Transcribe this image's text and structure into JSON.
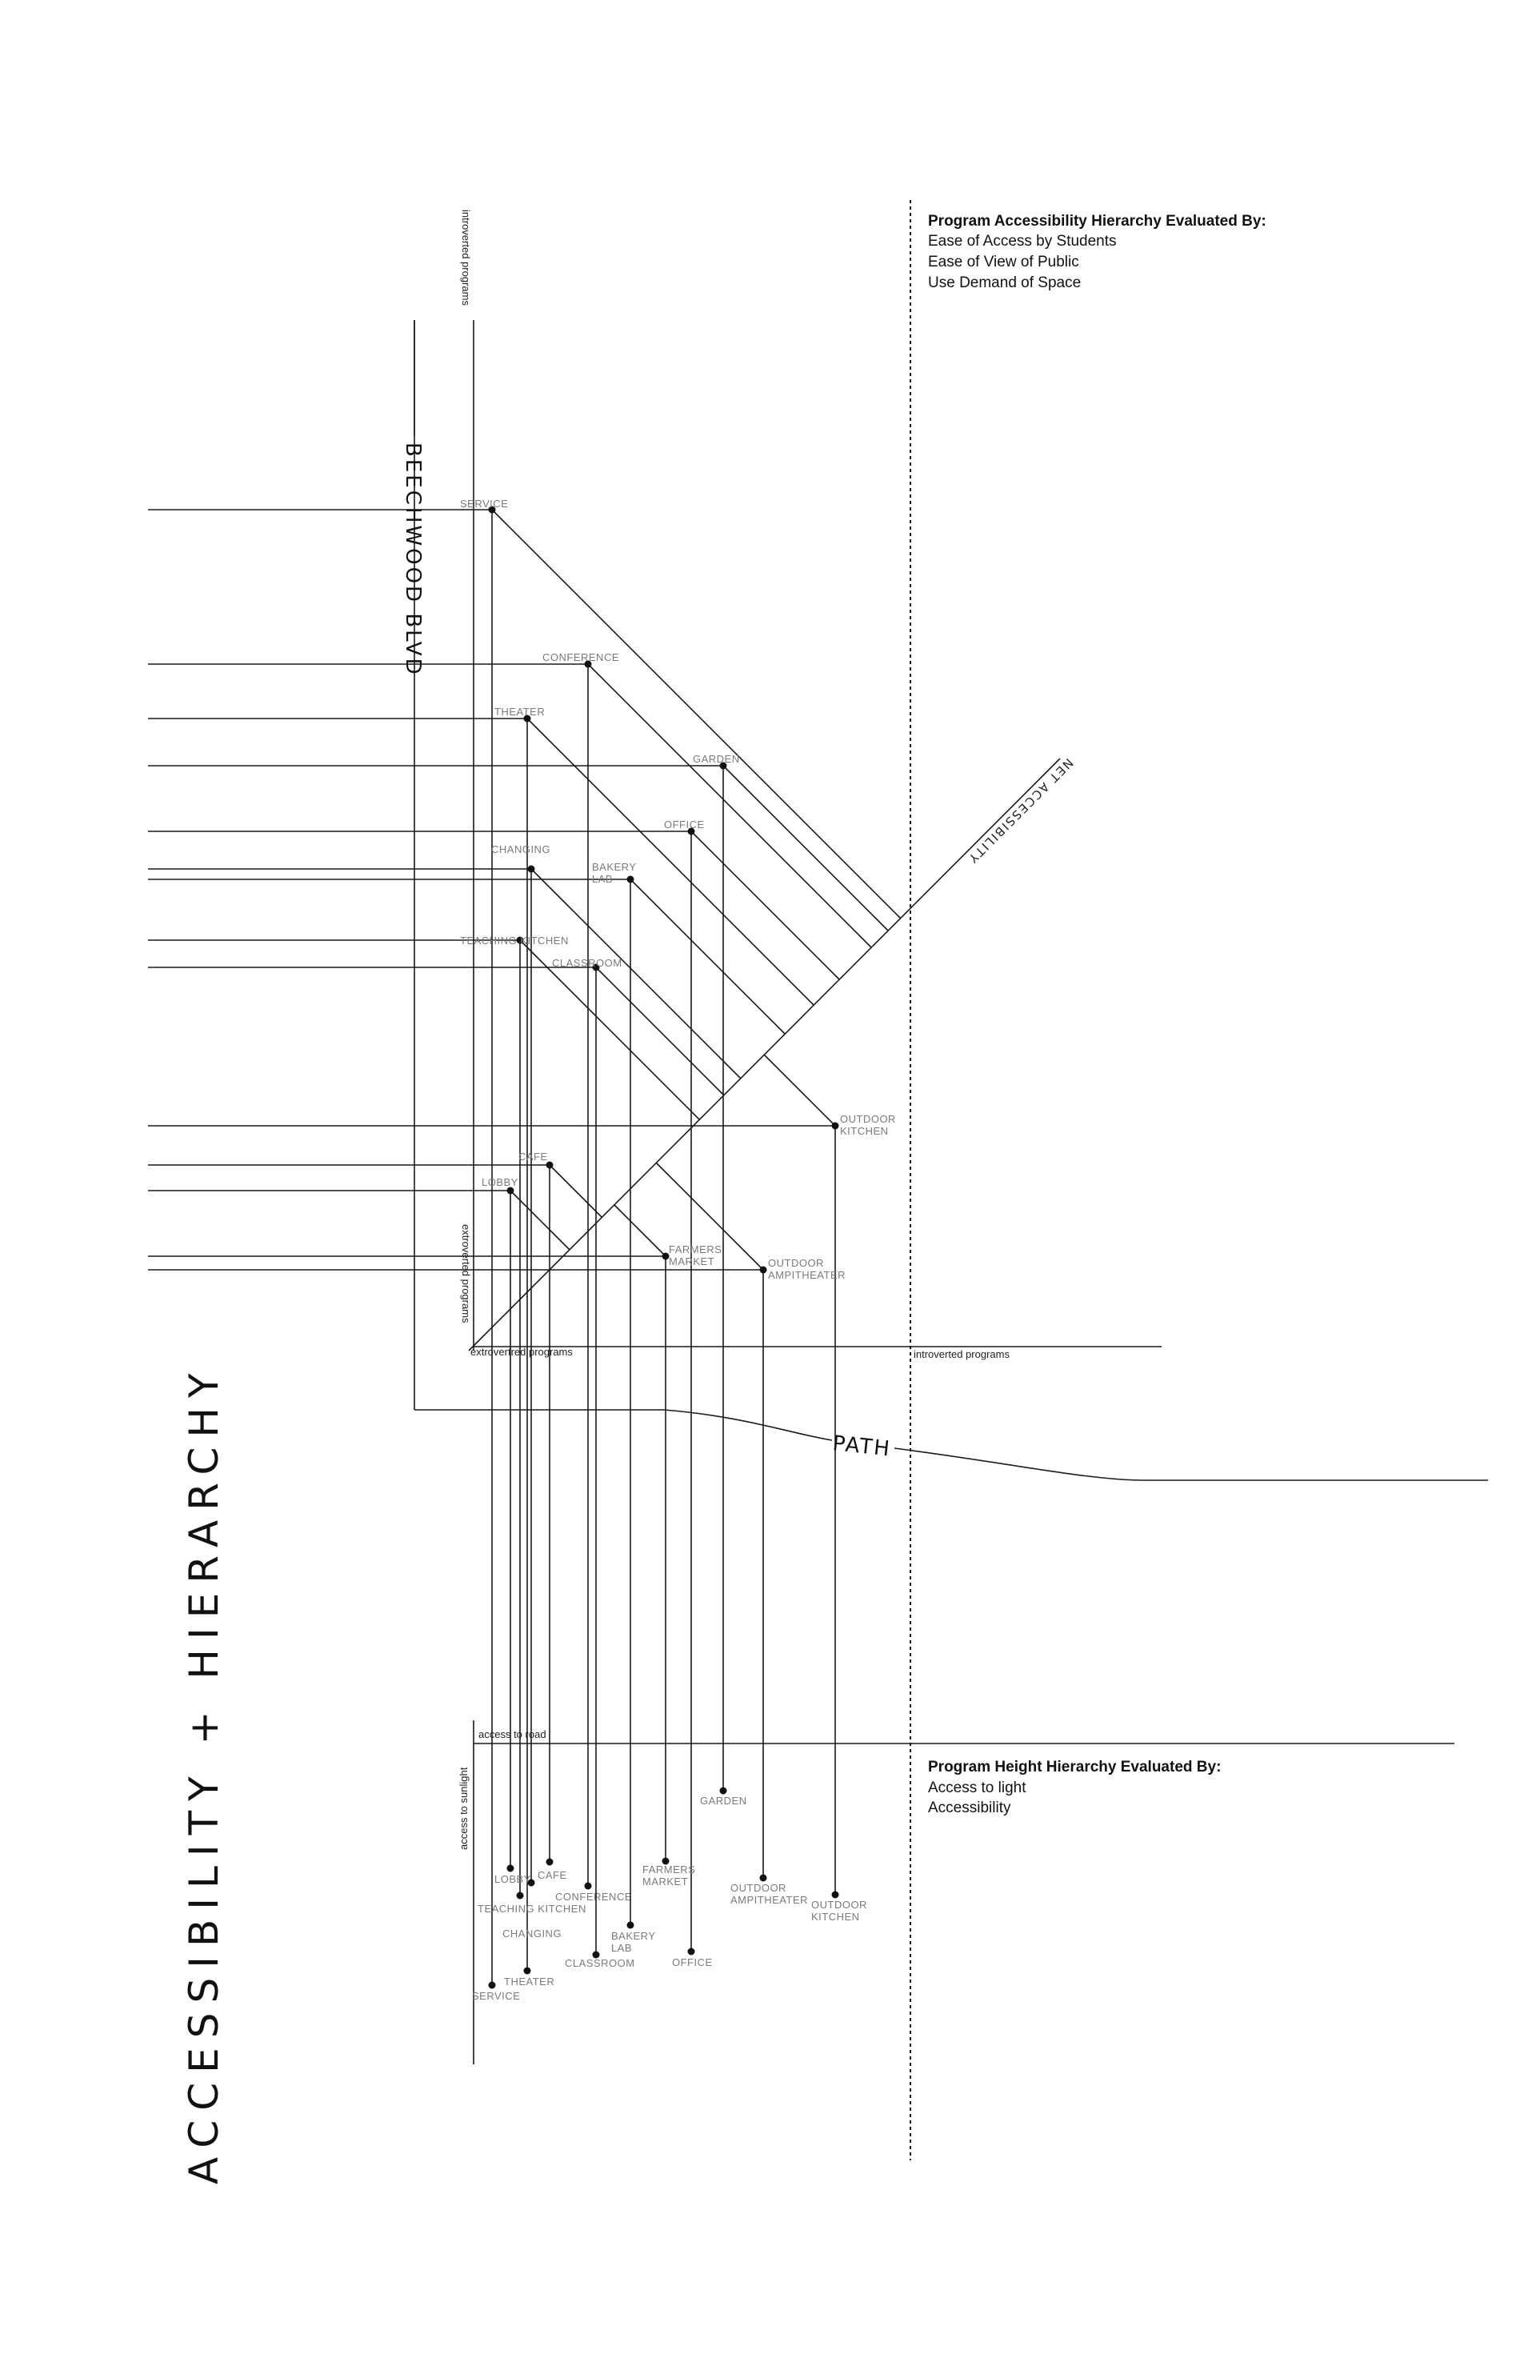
{
  "title": "ACCESSIBILITY + HIERARCHY",
  "street": "BEECHWOOD BLVD",
  "path_label": "PATH",
  "net_label": "NET ACCESSIBILITY",
  "axis": {
    "top": "introverted programs",
    "left": "extroverted programs",
    "bottom_left": "extrovertred programs",
    "bottom_right": "introverted programs",
    "road": "access to road",
    "sunlight": "access to sunlight"
  },
  "note_access": {
    "heading": "Program Accessibility Hierarchy Evaluated By:",
    "lines": [
      "Ease of Access by Students",
      "Ease of View of Public",
      "Use Demand of Space"
    ]
  },
  "note_height": {
    "heading": "Program Height Hierarchy Evaluated By:",
    "lines": [
      "Access to light",
      "Accessibility"
    ]
  },
  "programs": [
    {
      "id": "service",
      "upper": [
        "SERVICE"
      ],
      "lower": [
        "SERVICE"
      ]
    },
    {
      "id": "conference",
      "upper": [
        "CONFERENCE"
      ],
      "lower": [
        "CONFERENCE"
      ]
    },
    {
      "id": "theater",
      "upper": [
        "THEATER"
      ],
      "lower": [
        "THEATER"
      ]
    },
    {
      "id": "garden",
      "upper": [
        "GARDEN"
      ],
      "lower": [
        "GARDEN"
      ]
    },
    {
      "id": "office",
      "upper": [
        "OFFICE"
      ],
      "lower": [
        "OFFICE"
      ]
    },
    {
      "id": "changing",
      "upper": [
        "CHANGING"
      ],
      "lower": [
        "CHANGING"
      ]
    },
    {
      "id": "bakery",
      "upper": [
        "BAKERY",
        "LAB"
      ],
      "lower": [
        "BAKERY",
        "LAB"
      ]
    },
    {
      "id": "teaching",
      "upper": [
        "TEACHING KITCHEN"
      ],
      "lower": [
        "TEACHING KITCHEN"
      ]
    },
    {
      "id": "classroom",
      "upper": [
        "CLASSROOM"
      ],
      "lower": [
        "CLASSROOM"
      ]
    },
    {
      "id": "outdoor_kitchen",
      "upper": [
        "OUTDOOR",
        "KITCHEN"
      ],
      "lower": [
        "OUTDOOR",
        "KITCHEN"
      ]
    },
    {
      "id": "cafe",
      "upper": [
        "CAFE"
      ],
      "lower": [
        "CAFE"
      ]
    },
    {
      "id": "lobby",
      "upper": [
        "LOBBY"
      ],
      "lower": [
        "LOBBY"
      ]
    },
    {
      "id": "farmers",
      "upper": [
        "FARMERS",
        "MARKET"
      ],
      "lower": [
        "FARMERS",
        "MARKET"
      ]
    },
    {
      "id": "amphitheater",
      "upper": [
        "OUTDOOR",
        "AMPITHEATER"
      ],
      "lower": [
        "OUTDOOR",
        "AMPITHEATER"
      ]
    }
  ]
}
